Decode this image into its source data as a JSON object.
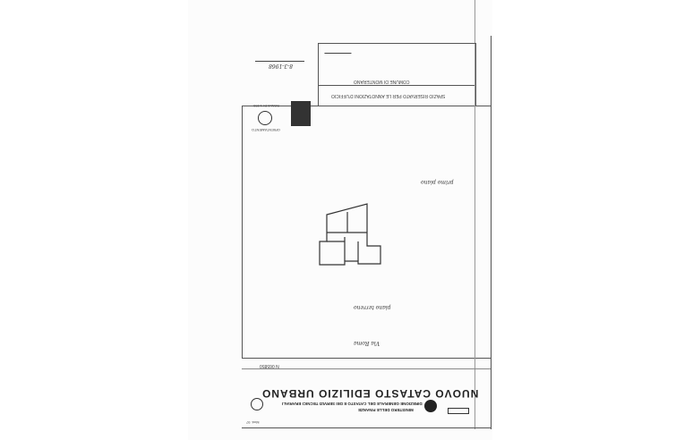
{
  "document": {
    "ministry": "MINISTERO DELLE FINANZE",
    "directorate": "DIREZIONE GENERALE DEL CATASTO E DEI SERVIZI TECNICI ERARIALI",
    "title": "NUOVO CATASTO EDILIZIO URBANO",
    "form_number": "Mod. 97",
    "serial": "N 065850",
    "annotation_header": "SPAZIO RISERVATO PER LE ANNOTAZIONI D'UFFICIO",
    "comune": "COMUNE DI MONTERANO",
    "date": "8-3-1968",
    "orientation_label": "ORIENTAMENTO",
    "scale_label": "SCALA DI 1:200",
    "floor_label": "piano terreno",
    "floor_label_top": "primo piano",
    "street": "Via Roma"
  }
}
